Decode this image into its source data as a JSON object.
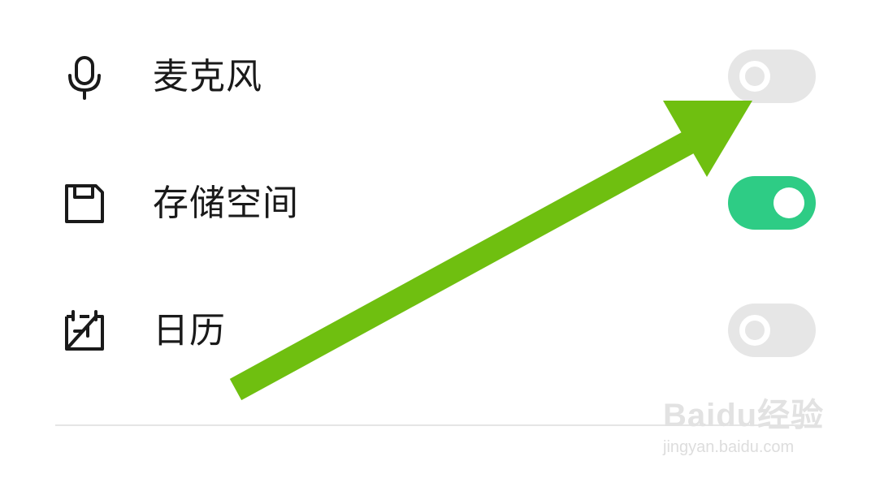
{
  "permissions": [
    {
      "label": "麦克风",
      "icon": "microphone-icon",
      "enabled": false
    },
    {
      "label": "存储空间",
      "icon": "floppy-disk-icon",
      "enabled": true
    },
    {
      "label": "日历",
      "icon": "calendar-icon",
      "enabled": false
    }
  ],
  "watermark": {
    "logo_text": "Baidu经验",
    "url": "jingyan.baidu.com"
  },
  "colors": {
    "toggle_on": "#2ecc85",
    "toggle_off": "#e6e6e6",
    "arrow": "#6fbf10"
  }
}
